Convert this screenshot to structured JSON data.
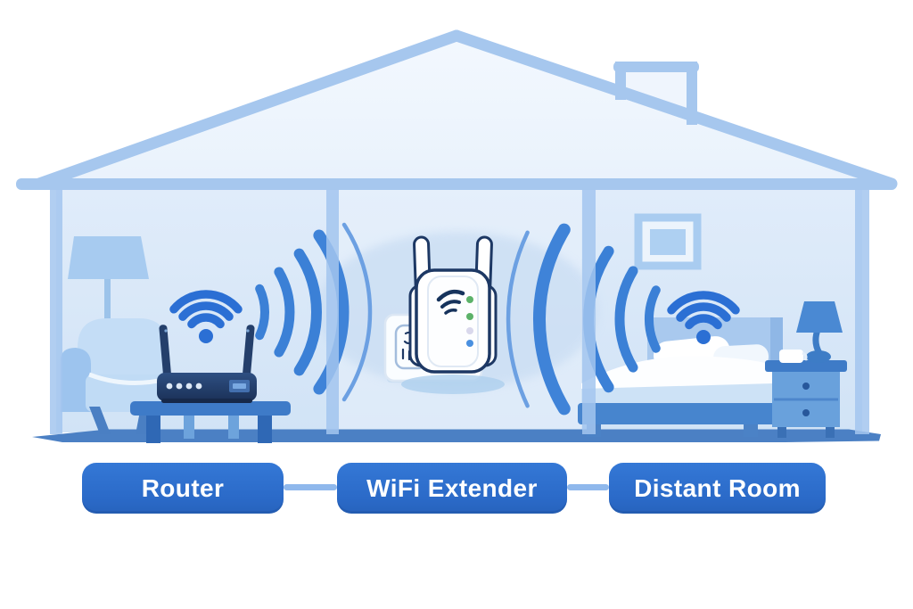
{
  "diagram": {
    "labels": {
      "router": "Router",
      "extender": "WiFi Extender",
      "distant_room": "Distant Room"
    },
    "colors": {
      "label_pill_fill": "#2e70cd",
      "connector_line": "#8fb8ec",
      "wifi_signal_blue": "#2b6fd4",
      "wave_arc_blue": "#3b80d6",
      "house_outline": "#a6c7ee",
      "room_fill": "#d9e8f8",
      "coverage_glow": "#c9ddf3",
      "device_navy": "#1d3864",
      "floor": "#4b80c4",
      "furniture_blue": "#3e7bc8",
      "led_green": "#5cb269",
      "led_blue": "#4a90e0"
    },
    "icons": {
      "router_signal": "wifi-signal-icon",
      "bedroom_signal": "wifi-signal-icon",
      "extender_badge": "wifi-glyph-icon"
    }
  }
}
